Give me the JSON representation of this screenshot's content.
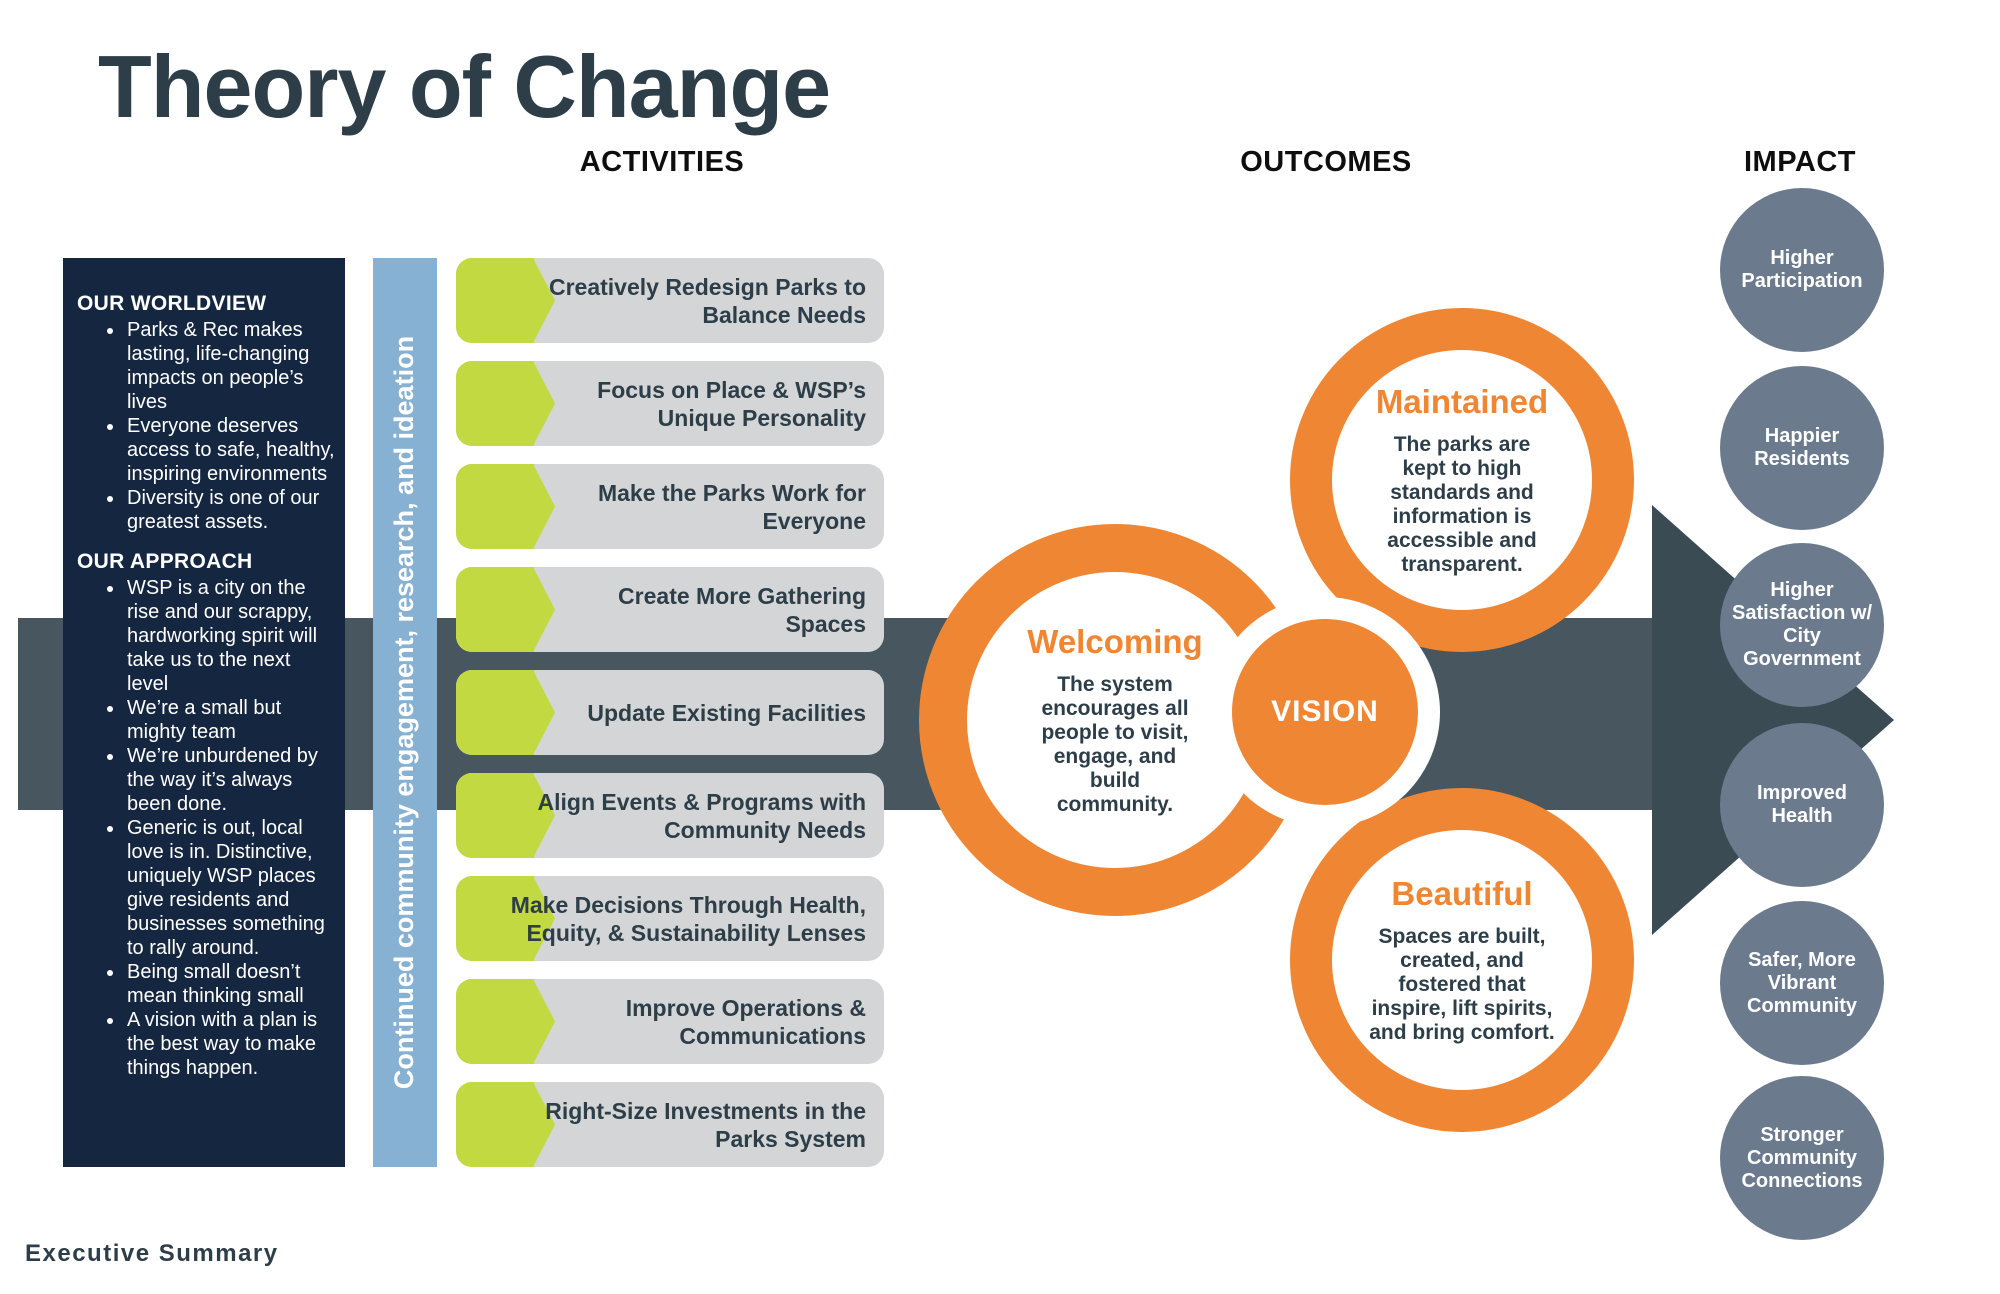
{
  "title": "Theory of Change",
  "footer": "Executive Summary",
  "columns": {
    "activities": "ACTIVITIES",
    "outcomes": "OUTCOMES",
    "impact": "IMPACT"
  },
  "worldview": {
    "heading": "OUR WORLDVIEW",
    "bullets": [
      "Parks & Rec makes lasting, life-changing impacts on people’s lives",
      "Everyone deserves access to safe, healthy, inspiring environments",
      "Diversity is one of our greatest assets."
    ]
  },
  "approach": {
    "heading": "OUR APPROACH",
    "bullets": [
      "WSP is a city on the rise and our scrappy, hardworking spirit will take us to the next level",
      "We’re a small but mighty team",
      "We’re unburdened by the way it’s always been done.",
      "Generic is out, local love is in. Distinctive, uniquely WSP places give residents and businesses something to rally around.",
      "Being small doesn’t mean thinking small",
      "A vision with a plan is the best way to make things happen."
    ]
  },
  "engagement_bar": "Continued community engagement, research, and ideation",
  "activities": [
    "Creatively Redesign Parks to Balance Needs",
    "Focus on Place & WSP’s Unique Personality",
    "Make the Parks Work for Everyone",
    "Create More Gathering Spaces",
    "Update Existing Facilities",
    "Align Events & Programs with Community Needs",
    "Make Decisions Through Health, Equity, & Sustainability Lenses",
    "Improve Operations & Communications",
    "Right-Size Investments in the Parks System"
  ],
  "outcomes": {
    "vision": "VISION",
    "welcoming": {
      "title": "Welcoming",
      "body": "The system encourages all people to visit, engage, and build community."
    },
    "maintained": {
      "title": "Maintained",
      "body": "The parks are kept to high standards and information is accessible and transparent."
    },
    "beautiful": {
      "title": "Beautiful",
      "body": "Spaces are built, created, and fostered that inspire, lift spirits, and bring comfort."
    }
  },
  "impacts": [
    "Higher Participation",
    "Happier Residents",
    "Higher Satisfaction w/ City Government",
    "Improved Health",
    "Safer, More Vibrant Community",
    "Stronger Community Connections"
  ],
  "colors": {
    "ink": "#2E3E48",
    "navy_panel": "#152740",
    "arrow_band": "#47565F",
    "arrow_head": "#3B4B54",
    "light_blue_bar": "#87B1D2",
    "green_chevron": "#C3D941",
    "pill_gray": "#D3D5D6",
    "orange": "#EF8633",
    "impact_gray": "#6B7B8D"
  }
}
